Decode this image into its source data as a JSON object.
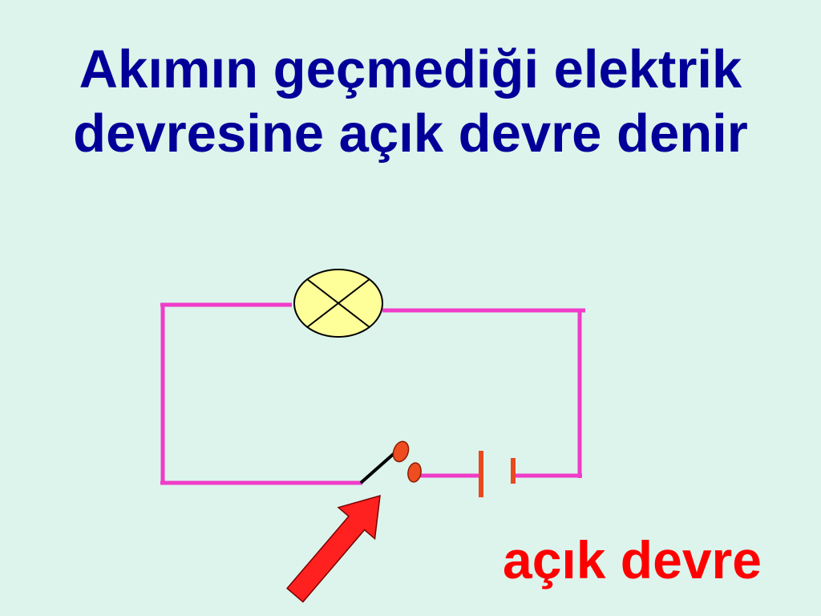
{
  "slide": {
    "title": {
      "line1": "Akımın geçmediği elektrik",
      "line2": "devresine açık devre denir"
    },
    "caption": "açık devre"
  },
  "colors": {
    "background": "#dcf4ec",
    "title_text": "#000099",
    "caption_text": "#ff0000",
    "wire": "#f03cc8",
    "lamp_fill": "#ffff99",
    "battery": "#e84a1e",
    "switch_contact": "#ee4d22",
    "switch_lever": "#000000",
    "arrow": "#ff2020"
  }
}
